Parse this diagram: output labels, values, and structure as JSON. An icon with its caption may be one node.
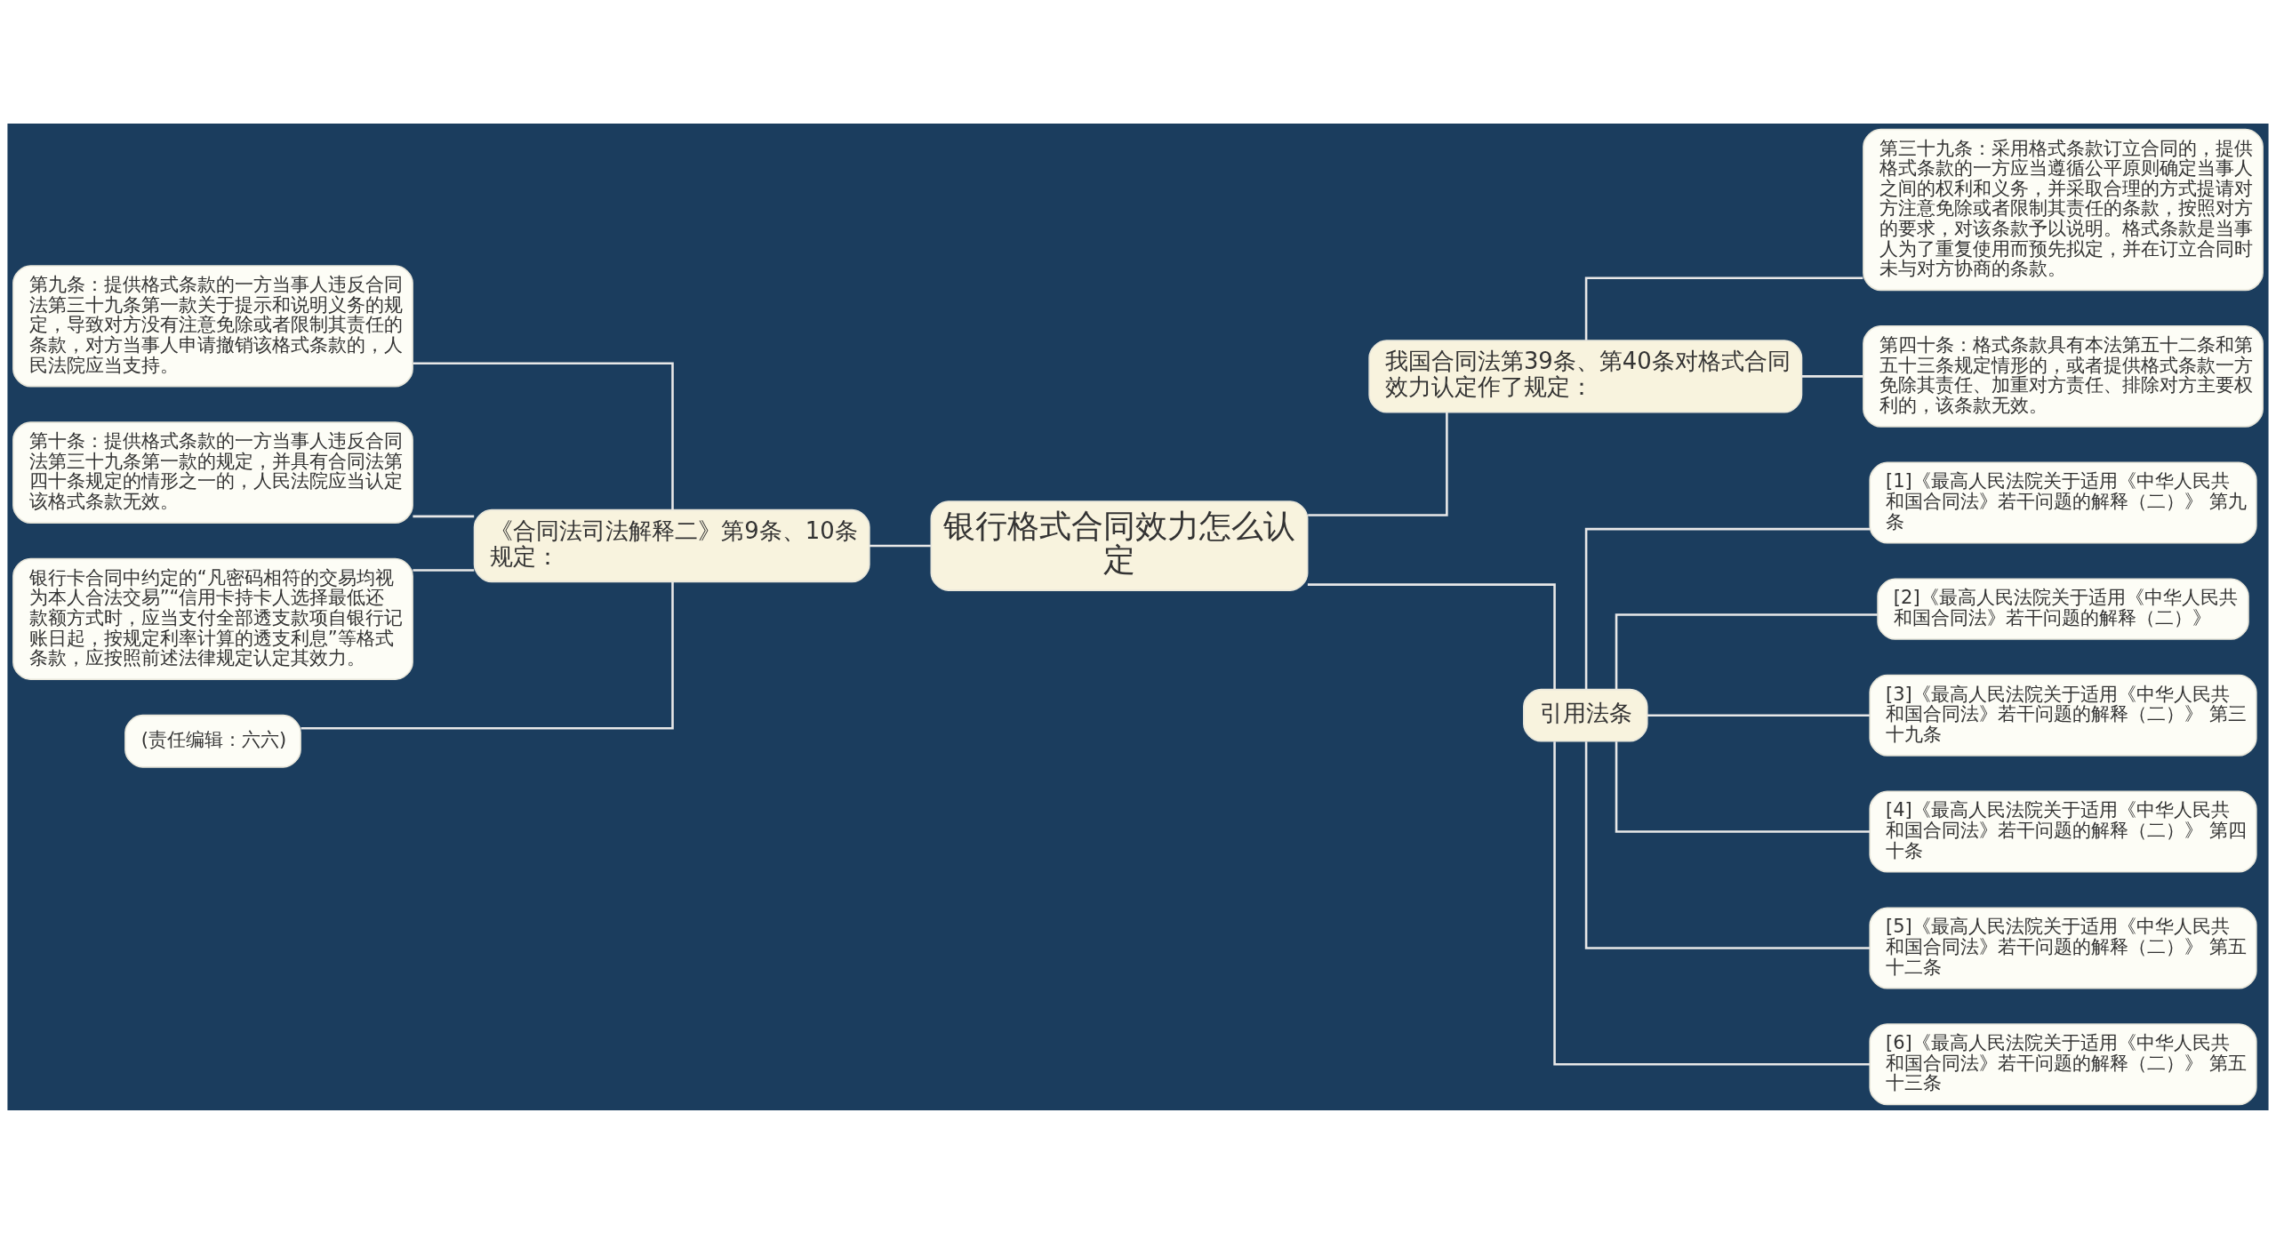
{
  "diagram": {
    "nodes": [
      {
        "text": [
          "银行格式合同效力怎么认定"
        ]
      },
      {
        "text": [
          "《合同法司法解释二》第9条、10条规定："
        ]
      },
      {
        "text": [
          "第九条：提供格式条款的一方当事人违反合同法第三十九条第一款关于提示和说明义务的规定，导致对方没有注意免除或者限制其责任的条款，对方当事人申请撤销该格式条款的，人民法院应当支持。"
        ]
      },
      {
        "text": [
          "第十条：提供格式条款的一方当事人违反合同法第三十九条第一款的规定，并具有合同法第四十条规定的情形之一的，人民法院应当认定该格式条款无效。"
        ]
      },
      {
        "text": [
          "银行卡合同中约定的“凡密码相符的交易均视为本人合法交易”“信用卡持卡人选择最低还款额方式时，应当支付全部透支款项自银行记账日起，按规定利率计算的透支利息”等格式条款，应按照前述法律规定认定其效力。"
        ]
      },
      {
        "text": [
          "(责任编辑：六六)"
        ]
      },
      {
        "text": [
          "我国合同法第39条、第40条对格式合同效力认定作了规定："
        ]
      },
      {
        "text": [
          "第三十九条：采用格式条款订立合同的，提供格式条款的一方应当遵循公平原则确定当事人之间的权利和义务，并采取合理的方式提请对方注意免除或者限制其责任的条款，按照对方的要求，对该条款予以说明。格式条款是当事人为了重复使用而预先拟定，并在订立合同时未与对方协商的条款。"
        ]
      },
      {
        "text": [
          "第四十条：格式条款具有本法第五十二条和第五十三条规定情形的，或者提供格式条款一方免除其责任、加重对方责任、排除对方主要权利的，该条款无效。"
        ]
      },
      {
        "text": [
          "引用法条"
        ]
      },
      {
        "text": [
          "[1]《最高人民法院关于适用《中华人民共和国合同法》若干问题的解释（二）》 第九条"
        ]
      },
      {
        "text": [
          "[2]《最高人民法院关于适用《中华人民共和国合同法》若干问题的解释（二）》"
        ]
      },
      {
        "text": [
          "[3]《最高人民法院关于适用《中华人民共和国合同法》若干问题的解释（二）》 第三十九条"
        ]
      },
      {
        "text": [
          "[4]《最高人民法院关于适用《中华人民共和国合同法》若干问题的解释（二）》 第四十条"
        ]
      },
      {
        "text": [
          "[5]《最高人民法院关于适用《中华人民共和国合同法》若干问题的解释（二）》 第五十二条"
        ]
      },
      {
        "text": [
          "[6]《最高人民法院关于适用《中华人民共和国合同法》若干问题的解释（二）》 第五十三条"
        ]
      }
    ],
    "edges": [
      {
        "from": 0,
        "to": 1,
        "arrow": "none"
      },
      {
        "from": 1,
        "to": 2,
        "arrow": "none"
      },
      {
        "from": 1,
        "to": 3,
        "arrow": "none"
      },
      {
        "from": 1,
        "to": 4,
        "arrow": "none"
      },
      {
        "from": 1,
        "to": 5,
        "arrow": "none"
      },
      {
        "from": 0,
        "to": 6,
        "arrow": "none"
      },
      {
        "from": 6,
        "to": 7,
        "arrow": "none"
      },
      {
        "from": 6,
        "to": 8,
        "arrow": "none"
      },
      {
        "from": 0,
        "to": 9,
        "arrow": "none"
      },
      {
        "from": 9,
        "to": 10,
        "arrow": "none"
      },
      {
        "from": 9,
        "to": 11,
        "arrow": "none"
      },
      {
        "from": 9,
        "to": 12,
        "arrow": "none"
      },
      {
        "from": 9,
        "to": 13,
        "arrow": "none"
      },
      {
        "from": 9,
        "to": 14,
        "arrow": "none"
      },
      {
        "from": 9,
        "to": 15,
        "arrow": "none"
      }
    ]
  }
}
